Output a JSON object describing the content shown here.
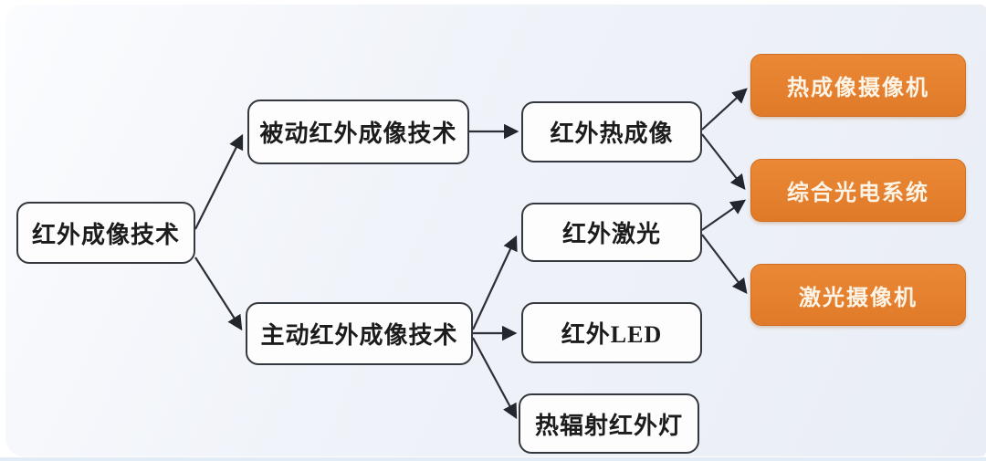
{
  "diagram": {
    "type": "flowchart",
    "nodes": {
      "root": {
        "label": "红外成像技术",
        "style": "outlined"
      },
      "passive": {
        "label": "被动红外成像技术",
        "style": "outlined"
      },
      "active": {
        "label": "主动红外成像技术",
        "style": "outlined"
      },
      "thermal_imaging": {
        "label": "红外热成像",
        "style": "outlined"
      },
      "ir_laser": {
        "label": "红外激光",
        "style": "outlined"
      },
      "ir_led": {
        "label": "红外LED",
        "style": "outlined"
      },
      "heat_radiation_lamp": {
        "label": "热辐射红外灯",
        "style": "outlined"
      },
      "thermal_camera": {
        "label": "热成像摄像机",
        "style": "highlight"
      },
      "optoelectronic_system": {
        "label": "综合光电系统",
        "style": "highlight"
      },
      "laser_camera": {
        "label": "激光摄像机",
        "style": "highlight"
      }
    },
    "edges": [
      {
        "from": "红外成像技术",
        "to": "被动红外成像技术"
      },
      {
        "from": "红外成像技术",
        "to": "主动红外成像技术"
      },
      {
        "from": "被动红外成像技术",
        "to": "红外热成像"
      },
      {
        "from": "红外热成像",
        "to": "热成像摄像机"
      },
      {
        "from": "红外热成像",
        "to": "综合光电系统"
      },
      {
        "from": "红外激光",
        "to": "综合光电系统"
      },
      {
        "from": "红外激光",
        "to": "激光摄像机"
      },
      {
        "from": "主动红外成像技术",
        "to": "红外激光"
      },
      {
        "from": "主动红外成像技术",
        "to": "红外LED"
      },
      {
        "from": "主动红外成像技术",
        "to": "热辐射红外灯"
      }
    ],
    "colors": {
      "highlight_fill": "#E5802E",
      "node_fill": "#FDFDFE",
      "node_border": "#34383F",
      "text": "#1C1C1C",
      "highlight_text": "#FCF4E7",
      "background": "#EDF1F7",
      "arrow": "#2C3036"
    }
  }
}
